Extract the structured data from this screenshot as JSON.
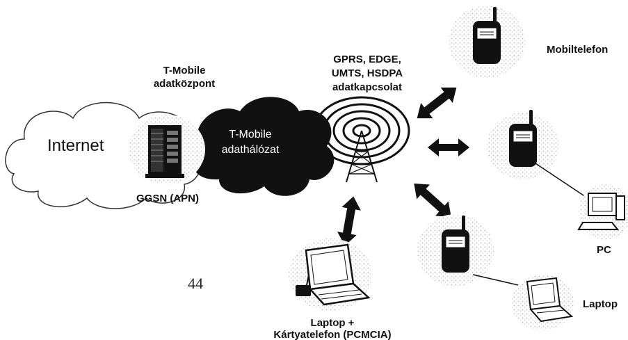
{
  "labels": {
    "internet": "Internet",
    "tmobile_center_line1": "T-Mobile",
    "tmobile_center_line2": "adatközpont",
    "tmobile_network_line1": "T-Mobile",
    "tmobile_network_line2": "adathálózat",
    "ggsn": "GGSN (APN)",
    "link_line1": "GPRS, EDGE,",
    "link_line2": "UMTS, HSDPA",
    "link_line3": "adatkapcsolat",
    "mobile_phone": "Mobiltelefon",
    "pc": "PC",
    "laptop": "Laptop",
    "laptop_card_line1": "Laptop +",
    "laptop_card_line2": "Kártyatelefon (PCMCIA)",
    "page_number": "44"
  },
  "colors": {
    "network_cloud": "#111111",
    "device": "#111111",
    "outline": "#333333",
    "speckle": "#b8b8b8"
  }
}
